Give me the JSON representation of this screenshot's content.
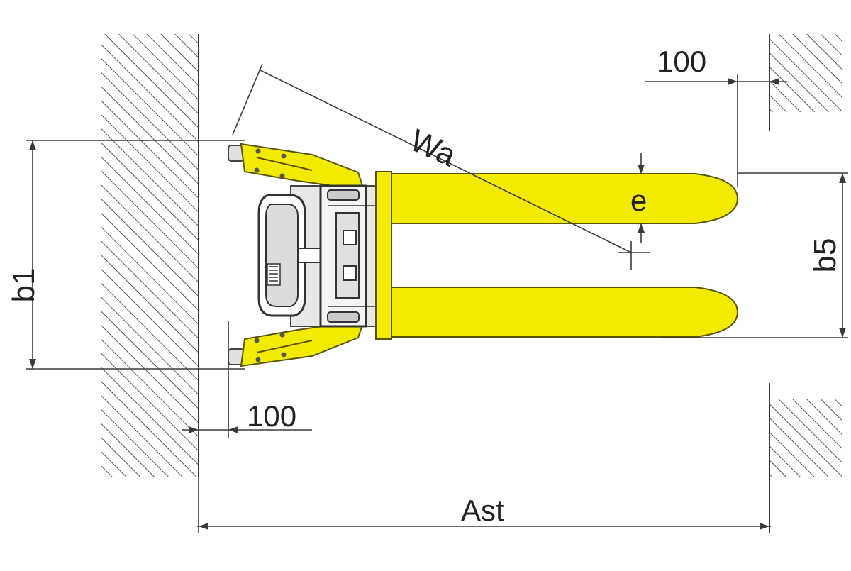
{
  "diagram": {
    "labels": {
      "clearance_top": "100",
      "clearance_bottom": "100",
      "turning_radius": "Wa",
      "fork_width": "e",
      "aisle_width": "Ast",
      "overall_width": "b1",
      "fork_spread": "b5"
    },
    "colors": {
      "body": "#f2ea00",
      "body_stroke": "#5a5400",
      "line": "#3a3a3a",
      "hatch": "#555555",
      "chassis": "#e8e8e8"
    }
  }
}
